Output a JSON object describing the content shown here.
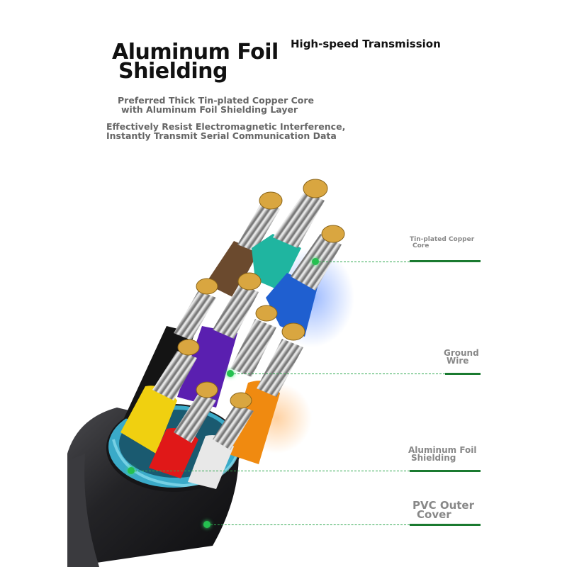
{
  "heading": {
    "title_lines": [
      "Aluminum Foil",
      "Shielding"
    ],
    "subtitle": "High-speed Transmission"
  },
  "descriptions": [
    {
      "lines": [
        "Preferred Thick Tin-plated Copper Core",
        "with Aluminum Foil Shielding Layer"
      ]
    },
    {
      "lines": [
        "Effectively Resist Electromagnetic Interference,",
        "Instantly Transmit Serial Communication Data"
      ]
    }
  ],
  "callouts": [
    {
      "id": "core",
      "lines": [
        "Tin-plated Copper",
        "Core"
      ]
    },
    {
      "id": "ground",
      "lines": [
        "Ground",
        "Wire"
      ]
    },
    {
      "id": "foil",
      "lines": [
        "Aluminum Foil",
        "Shielding"
      ]
    },
    {
      "id": "pvc",
      "lines": [
        "PVC Outer",
        "Cover"
      ]
    }
  ],
  "colors": {
    "callout_bar": "#1a7a30",
    "leader_line": "#2fa84f",
    "wire_colors": [
      "#6b4a2e",
      "#1fb5a0",
      "#1f5fd0",
      "#1a1a1a",
      "#5a1fb0",
      "#f0d010",
      "#e01818",
      "#e8e8e8",
      "#f08a10"
    ],
    "copper": "#d9a640",
    "outer_jacket": "#1e1e20",
    "foil_shield": "#3aaac8"
  }
}
